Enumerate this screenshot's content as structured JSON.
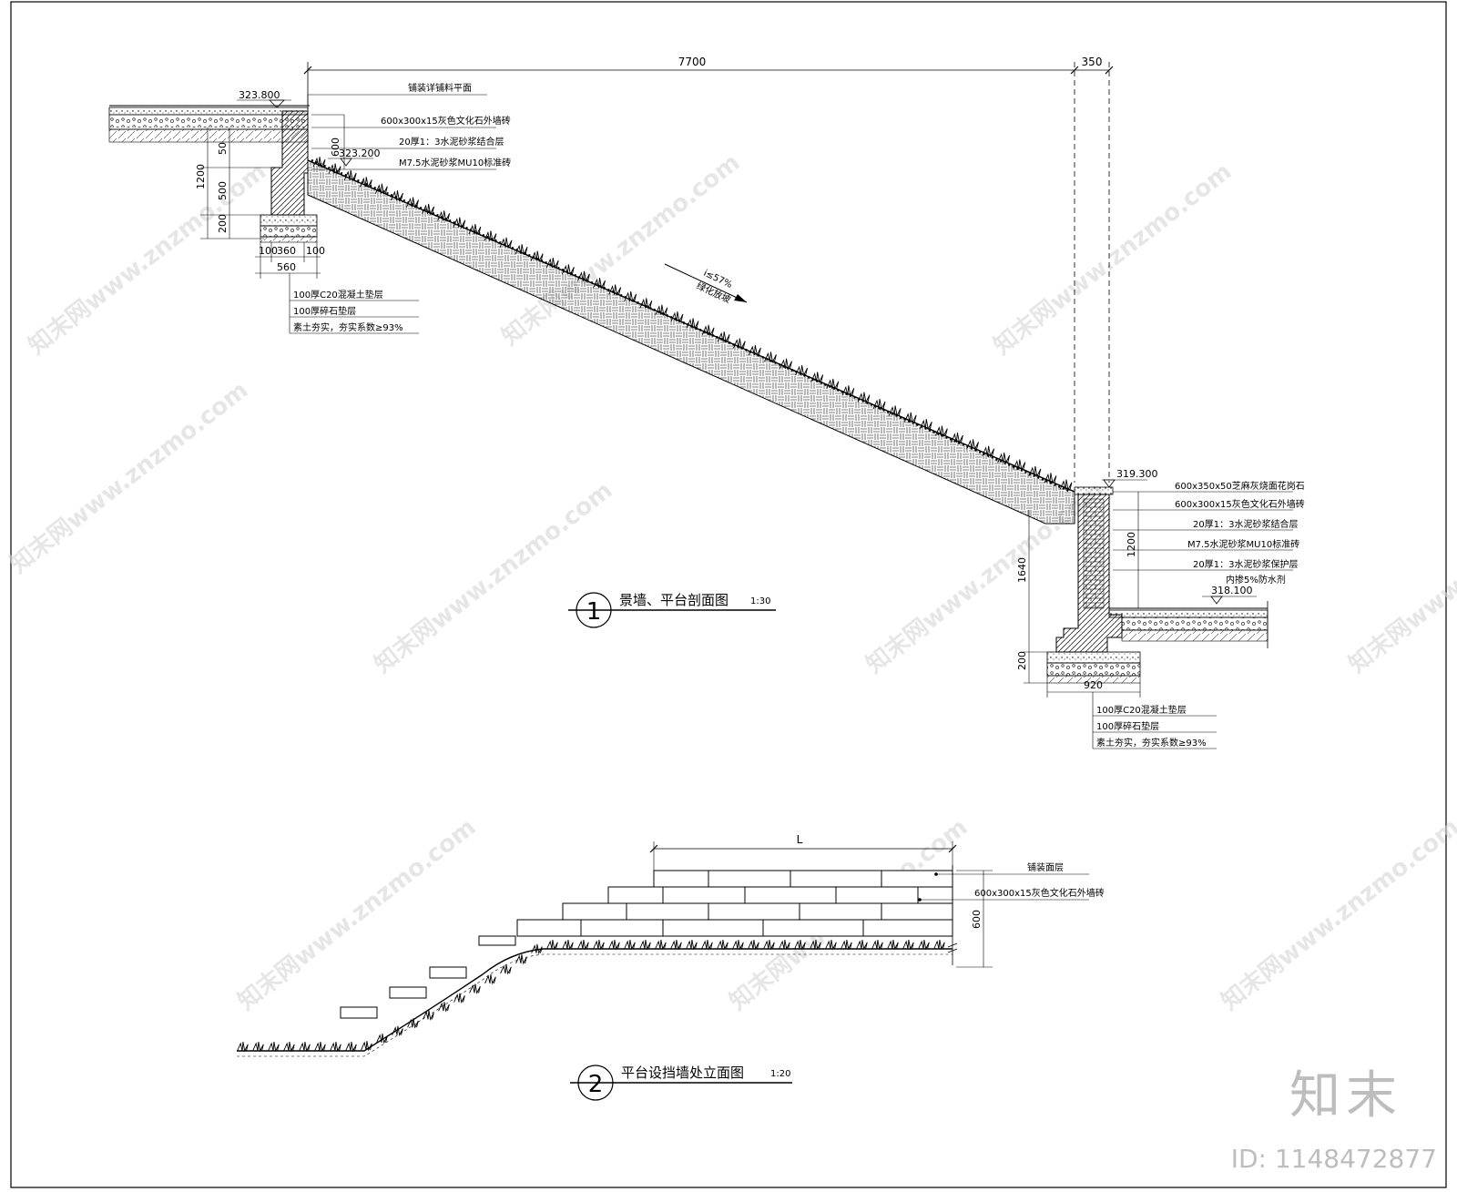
{
  "watermark": {
    "site": "知末网www.znzmo.com",
    "brand": "知末",
    "id_text": "ID: 1148472877"
  },
  "section1": {
    "title": "景墙、平台剖面图",
    "scale": "1:30",
    "number": "1",
    "dim_top_main": "7700",
    "dim_top_side": "350",
    "slope_label": "i≤57%",
    "slope_sub": "绿化放坡",
    "left": {
      "elev_top": "323.800",
      "elev_mid": "323.200",
      "paving_note": "铺装详铺料平面",
      "layers": [
        "600x300x15灰色文化石外墙砖",
        "20厚1：3水泥砂浆结合层",
        "M7.5水泥砂浆MU10标准砖"
      ],
      "dim_600": "600",
      "dim_50": "50",
      "dim_1200": "1200",
      "dim_500": "500",
      "dim_200": "200",
      "dim_base": [
        "100",
        "360",
        "100"
      ],
      "dim_total": "560",
      "foundation": [
        "100厚C20混凝土垫层",
        "100厚碎石垫层",
        "素土夯实，夯实系数≥93%"
      ]
    },
    "right": {
      "elev_top": "319.300",
      "elev_bottom": "318.100",
      "layers": [
        "600x350x50芝麻灰烧面花岗石",
        "600x300x15灰色文化石外墙砖",
        "20厚1：3水泥砂浆结合层",
        "M7.5水泥砂浆MU10标准砖",
        "20厚1：3水泥砂浆保护层",
        "内掺5%防水剂"
      ],
      "dim_1200": "1200",
      "dim_1640": "1640",
      "dim_200": "200",
      "dim_920": "920",
      "foundation": [
        "100厚C20混凝土垫层",
        "100厚碎石垫层",
        "素土夯实，夯实系数≥93%"
      ]
    }
  },
  "section2": {
    "title": "平台设挡墙处立面图",
    "scale": "1:20",
    "number": "2",
    "dim_L": "L",
    "dim_600": "600",
    "layers": [
      "铺装面层",
      "600x300x15灰色文化石外墙砖"
    ]
  }
}
